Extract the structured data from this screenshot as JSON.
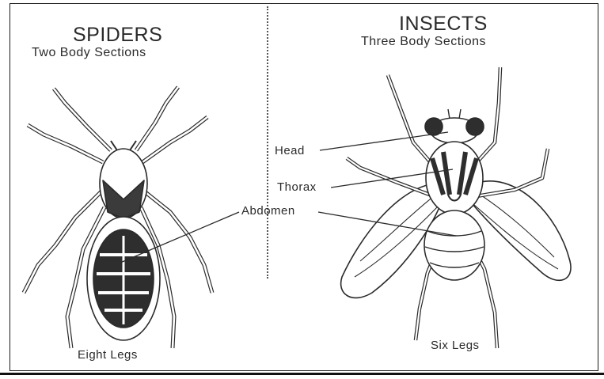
{
  "panels": {
    "spider": {
      "title": "SPIDERS",
      "subtitle": "Two Body Sections",
      "legs_label": "Eight Legs"
    },
    "insect": {
      "title": "INSECTS",
      "subtitle": "Three Body Sections",
      "legs_label": "Six Legs"
    }
  },
  "labels": {
    "head": "Head",
    "thorax": "Thorax",
    "abdomen": "Abdomen"
  }
}
